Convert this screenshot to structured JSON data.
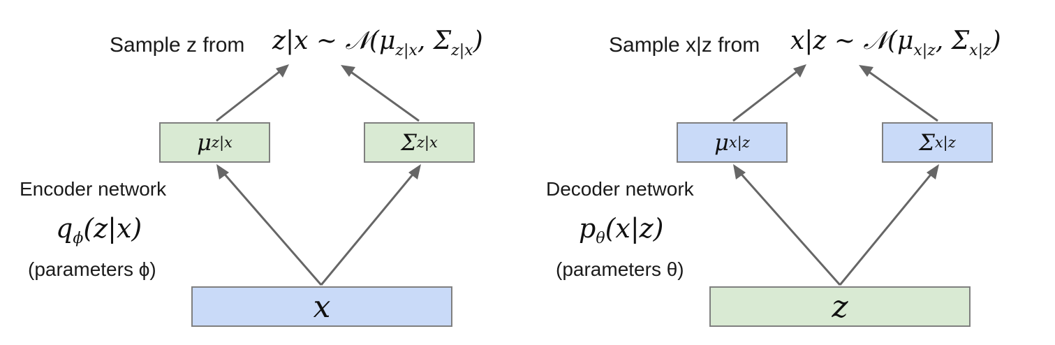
{
  "encoder": {
    "sample_label": "Sample z from",
    "sample_formula": "z|x ~ 𝒩(μz|x, Σz|x)",
    "mu_box": "μz|x",
    "sigma_box": "Σz|x",
    "network_label": "Encoder network",
    "network_formula": "qϕ(z|x)",
    "params_label": "(parameters ϕ)",
    "input_box": "x",
    "colors": {
      "param_boxes": "#d9ead3",
      "input_box": "#c9daf8"
    }
  },
  "decoder": {
    "sample_label": "Sample x|z from",
    "sample_formula": "x|z ~ 𝒩(μx|z, Σx|z)",
    "mu_box": "μx|z",
    "sigma_box": "Σx|z",
    "network_label": "Decoder network",
    "network_formula": "pθ(x|z)",
    "params_label": "(parameters θ)",
    "input_box": "z",
    "colors": {
      "param_boxes": "#c9daf8",
      "input_box": "#d9ead3"
    }
  }
}
